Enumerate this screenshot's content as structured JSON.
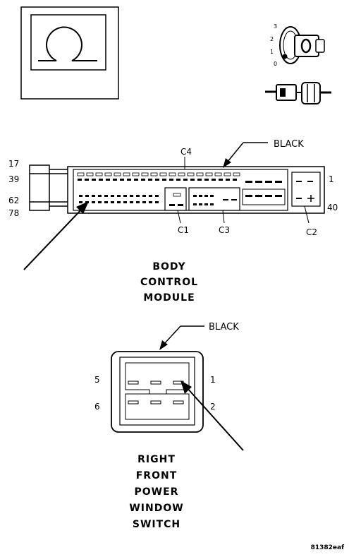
{
  "icons": {
    "symbol_box": "omega-icon",
    "key": "ignition-key-icon",
    "connector": "connector-terminal-icon"
  },
  "ignition_positions": [
    "3",
    "2",
    "1",
    "0"
  ],
  "bcm": {
    "color_label": "BLACK",
    "pin_labels_left": [
      "17",
      "39",
      "62",
      "78"
    ],
    "pin_labels_right": [
      "1",
      "40"
    ],
    "connectors": [
      "C4",
      "C1",
      "C3",
      "C2"
    ],
    "title_lines": [
      "BODY",
      "CONTROL",
      "MODULE"
    ]
  },
  "switch": {
    "color_label": "BLACK",
    "pins_left": [
      "5",
      "6"
    ],
    "pins_right": [
      "1",
      "2"
    ],
    "title_lines": [
      "RIGHT",
      "FRONT",
      "POWER",
      "WINDOW",
      "SWITCH"
    ]
  },
  "figure_id": "81382eaf"
}
